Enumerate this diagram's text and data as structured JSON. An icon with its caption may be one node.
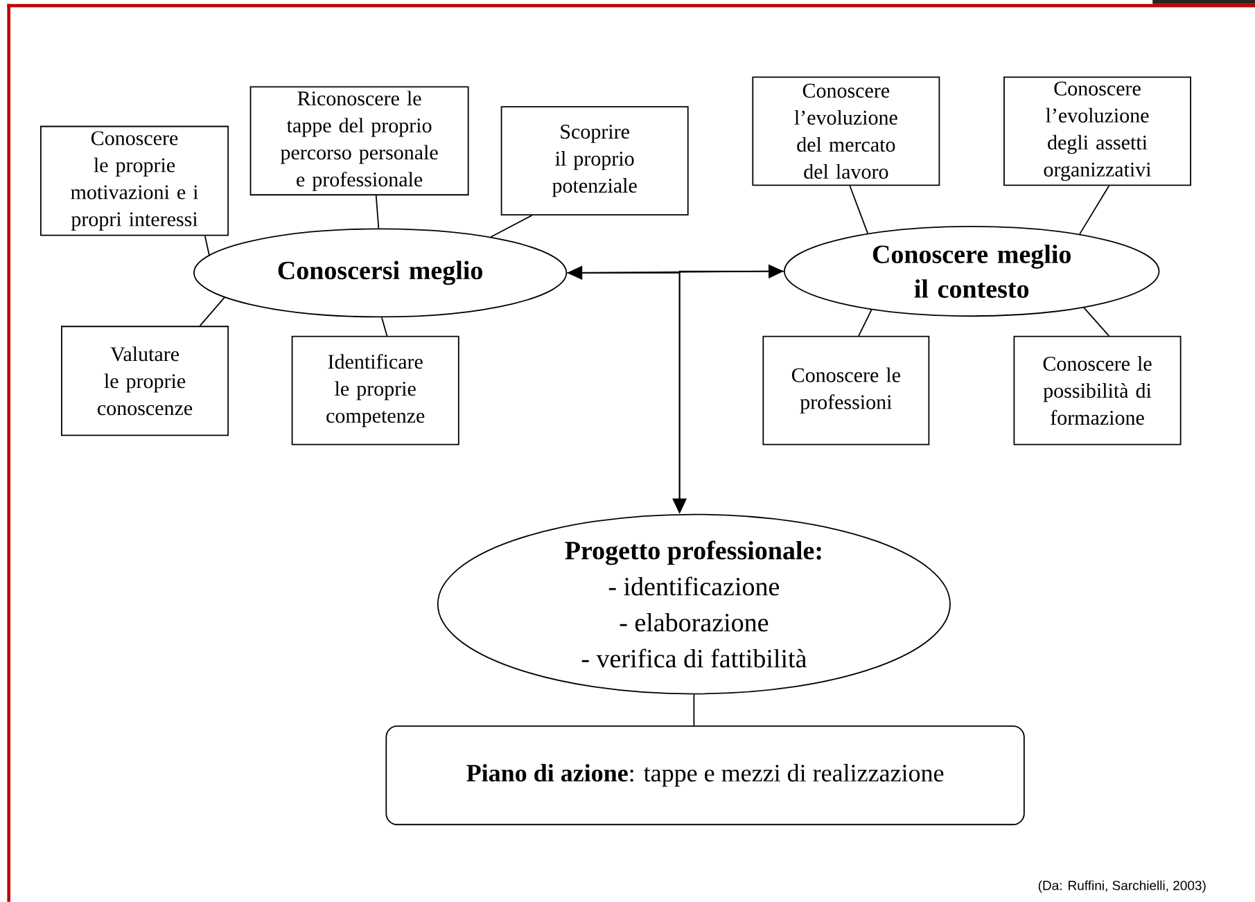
{
  "diagram": {
    "nodes": [
      {
        "text": [
          "Conoscere le proprie motivazioni e i propri interessi"
        ]
      },
      {
        "text": [
          "Riconoscere le tappe del proprio percorso personale e professionale"
        ]
      },
      {
        "text": [
          "Scoprire il proprio potenziale"
        ]
      },
      {
        "text": [
          "Conoscere l’evoluzione del mercato del lavoro"
        ]
      },
      {
        "text": [
          "Conoscere l’evoluzione degli assetti organizzativi"
        ]
      },
      {
        "text": [
          "Conoscersi meglio"
        ]
      },
      {
        "text": [
          "Conoscere meglio il contesto"
        ]
      },
      {
        "text": [
          "Valutare le proprie conoscenze"
        ]
      },
      {
        "text": [
          "Identificare le proprie competenze"
        ]
      },
      {
        "text": [
          "Conoscere le professioni"
        ]
      },
      {
        "text": [
          "Conoscere le possibilità di formazione"
        ]
      },
      {
        "text": [
          "Progetto professionale:",
          "- identificazione",
          "- elaborazione",
          "- verifica di fattibilità"
        ]
      },
      {
        "text": [
          "**Piano di azione**: tappe e mezzi di realizzazione"
        ]
      }
    ],
    "edges": [
      {
        "from": 0,
        "to": 5,
        "arrow": "none"
      },
      {
        "from": 1,
        "to": 5,
        "arrow": "none"
      },
      {
        "from": 2,
        "to": 5,
        "arrow": "none"
      },
      {
        "from": 7,
        "to": 5,
        "arrow": "none"
      },
      {
        "from": 8,
        "to": 5,
        "arrow": "none"
      },
      {
        "from": 3,
        "to": 6,
        "arrow": "none"
      },
      {
        "from": 4,
        "to": 6,
        "arrow": "none"
      },
      {
        "from": 9,
        "to": 6,
        "arrow": "none"
      },
      {
        "from": 10,
        "to": 6,
        "arrow": "none"
      },
      {
        "from": 5,
        "to": 6,
        "arrow": "both"
      },
      {
        "from": 5,
        "to": 11,
        "arrow": "to"
      },
      {
        "from": 6,
        "to": 11,
        "arrow": "to"
      },
      {
        "from": 11,
        "to": 12,
        "arrow": "none"
      }
    ],
    "labels": [
      "(Da: Ruffini, Sarchielli, 2003)"
    ]
  }
}
